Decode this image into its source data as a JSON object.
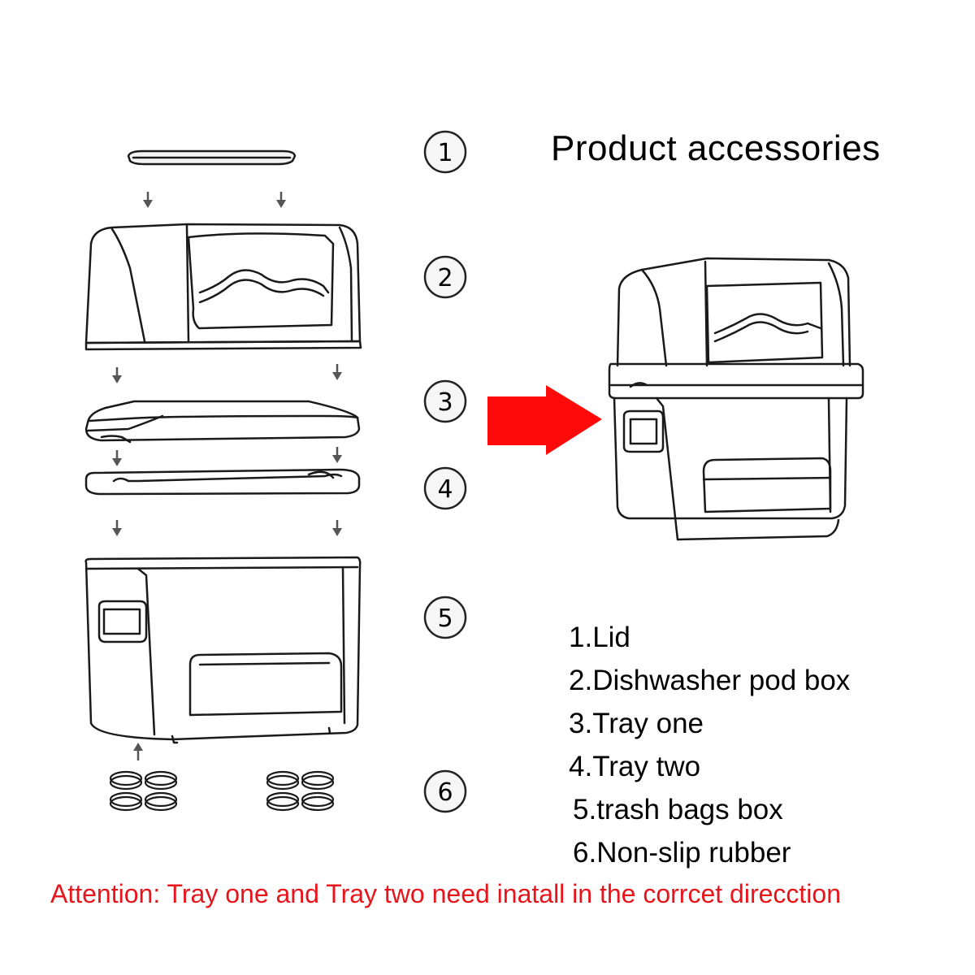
{
  "title": "Product accessories",
  "step_numbers": [
    "1",
    "2",
    "3",
    "4",
    "5",
    "6"
  ],
  "parts": [
    "1.Lid",
    "2.Dishwasher pod box",
    "3.Tray one",
    "4.Tray two",
    "5.trash bags box",
    "6.Non-slip rubber"
  ],
  "attention": "Attention: Tray one and Tray two need inatall in the corrcet direcction",
  "colors": {
    "line": "#1a1a1a",
    "arrow_small": "#555555",
    "arrow_big": "#ff0a0a",
    "attention_text": "#e8141b"
  }
}
